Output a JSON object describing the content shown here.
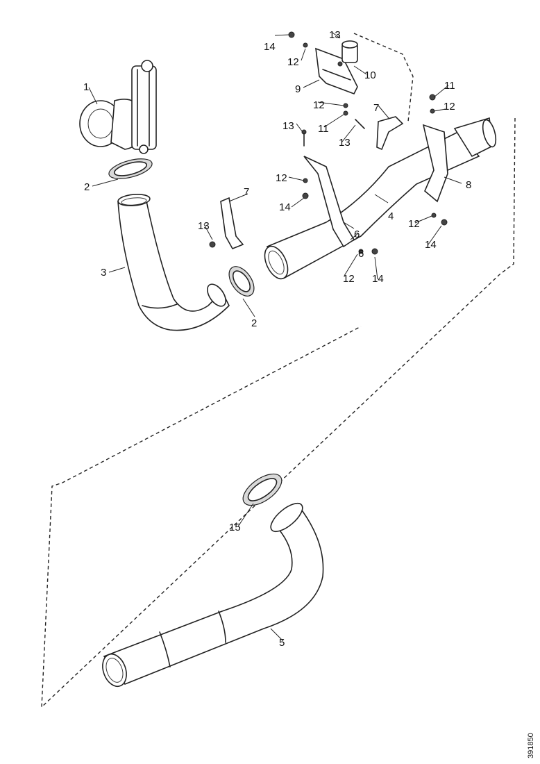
{
  "callouts": {
    "c1": "1",
    "c2a": "2",
    "c2b": "2",
    "c3": "3",
    "c4": "4",
    "c5": "5",
    "c6a": "6",
    "c6b": "6",
    "c7a": "7",
    "c7b": "7",
    "c8": "8",
    "c9": "9",
    "c10": "10",
    "c11a": "11",
    "c11b": "11",
    "c12a": "12",
    "c12b": "12",
    "c12c": "12",
    "c12d": "12",
    "c12e": "12",
    "c12f": "12",
    "c13a": "13",
    "c13b": "13",
    "c13c": "13",
    "c13d": "13",
    "c14a": "14",
    "c14b": "14",
    "c14c": "14",
    "c14d": "14",
    "c15": "15"
  },
  "drawing_number": "391850"
}
